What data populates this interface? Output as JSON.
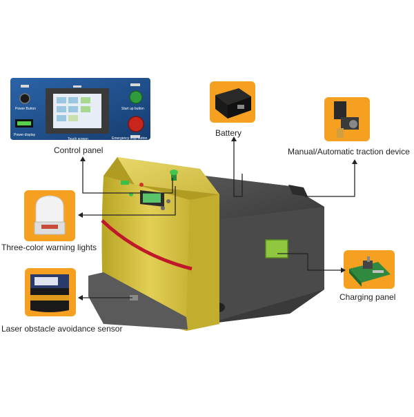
{
  "components": {
    "control_panel": {
      "label": "Control panel",
      "power_button_label": "Power Button",
      "power_display_label": "Power display",
      "touch_screen_label": "Touch screen",
      "start_up_label": "Start up button",
      "emergency_stop_label": "Emergency stop button"
    },
    "battery": {
      "label": "Battery"
    },
    "traction_device": {
      "label": "Manual/Automatic traction device"
    },
    "warning_lights": {
      "label": "Three-color warning lights"
    },
    "charging_panel": {
      "label": "Charging panel"
    },
    "laser_sensor": {
      "label": "Laser obstacle avoidance sensor"
    }
  },
  "colors": {
    "accent_orange": "#f5a020",
    "panel_blue": "#1f4f8a",
    "robot_yellow": "#d7c23c",
    "robot_body": "#3f3f3f",
    "stripe_red": "#c0182a",
    "leader_line": "#222222"
  }
}
